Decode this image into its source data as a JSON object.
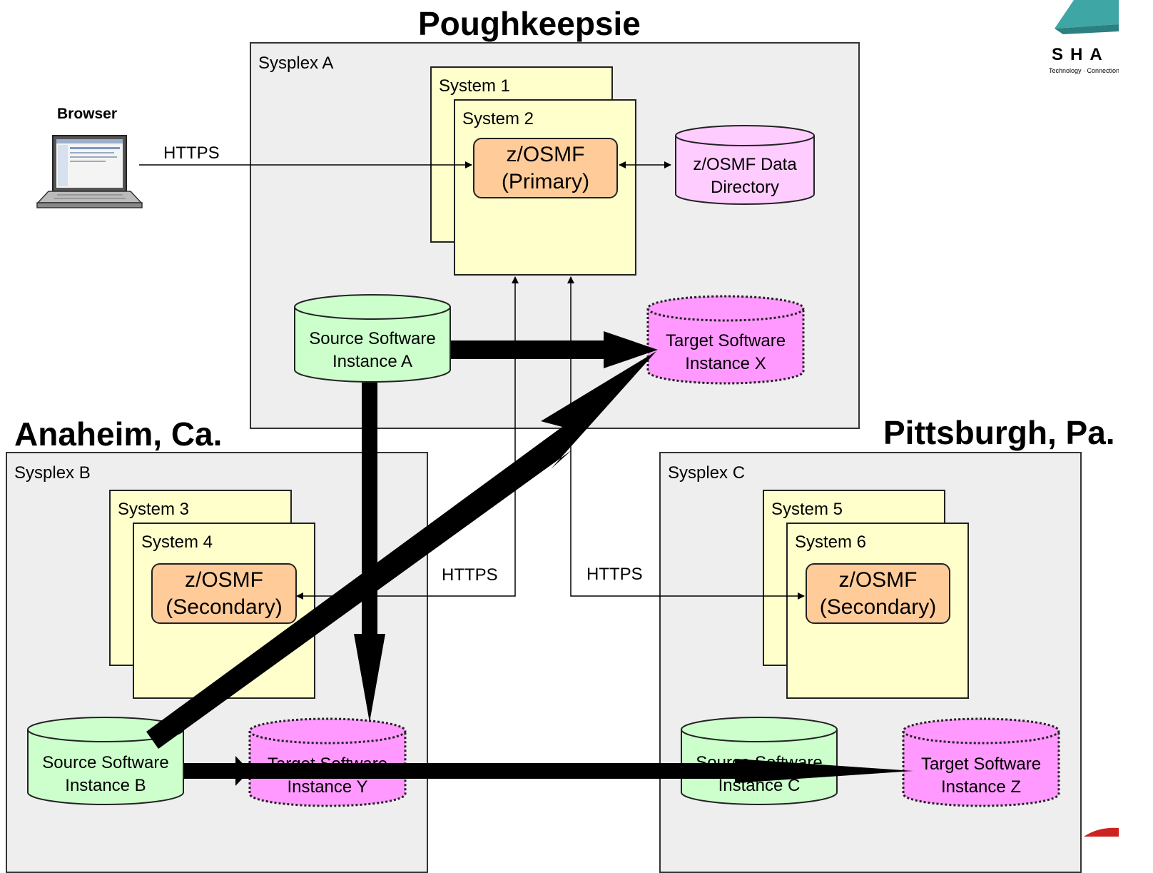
{
  "sites": {
    "poughkeepsie": "Poughkeepsie",
    "anaheim": "Anaheim, Ca.",
    "pittsburgh": "Pittsburgh, Pa."
  },
  "sysplexes": {
    "a": "Sysplex A",
    "b": "Sysplex B",
    "c": "Sysplex C"
  },
  "systems": {
    "s1": "System 1",
    "s2": "System 2",
    "s3": "System 3",
    "s4": "System 4",
    "s5": "System 5",
    "s6": "System 6"
  },
  "osmf": {
    "primary": "z/OSMF\n(Primary)",
    "secondary_b": "z/OSMF\n(Secondary)",
    "secondary_c": "z/OSMF\n(Secondary)"
  },
  "storage": {
    "data_directory": "z/OSMF Data\nDirectory",
    "source_a": "Source Software\nInstance A",
    "target_x": "Target Software\nInstance X",
    "source_b": "Source Software\nInstance B",
    "target_y": "Target Software\nInstance Y",
    "source_c": "Source Software\nInstance C",
    "target_z": "Target Software\nInstance Z"
  },
  "connections": {
    "browser_https": "HTTPS",
    "anaheim_https": "HTTPS",
    "pittsburgh_https": "HTTPS"
  },
  "browser": {
    "label": "Browser",
    "icon": "laptop-icon"
  },
  "logo": {
    "text": "SHA",
    "tagline": "Technology · Connection"
  },
  "colors": {
    "sysplex_fill": "#eeeeee",
    "system_fill": "#ffffcc",
    "osmf_fill": "#ffcc99",
    "data_directory_fill": "#ffccff",
    "source_fill": "#ccffcc",
    "target_fill": "#ff99ff"
  }
}
